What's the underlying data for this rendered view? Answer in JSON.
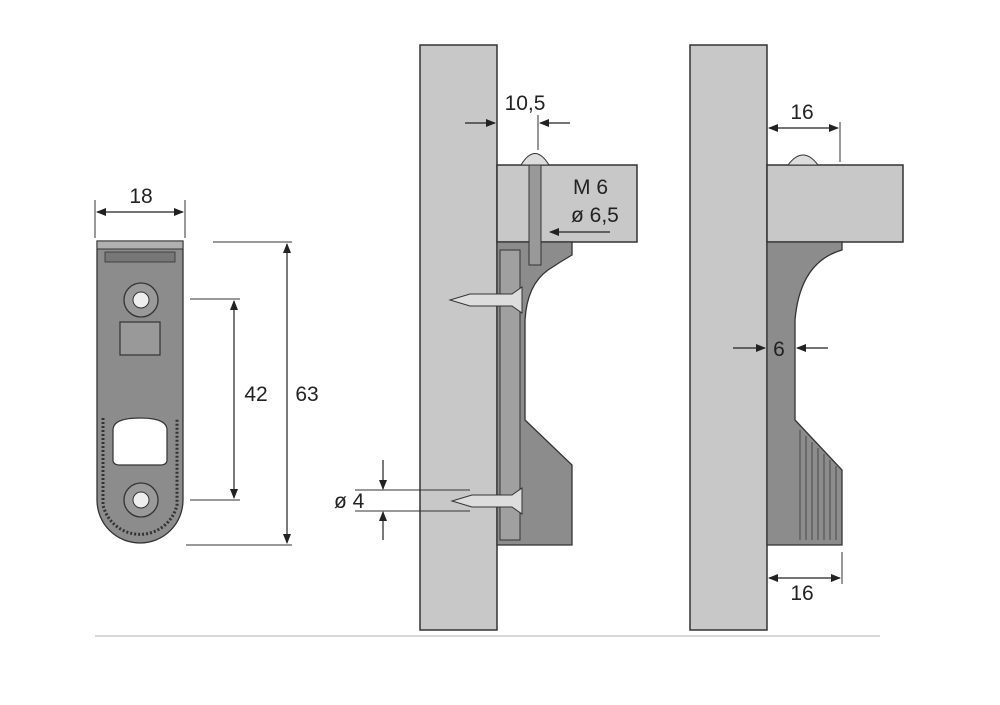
{
  "front_view": {
    "width_label": "18",
    "hole_spacing_label": "42",
    "height_label": "63"
  },
  "side_view_mounted": {
    "offset_label": "10,5",
    "thread_label": "M 6",
    "bore_label": "ø 6,5",
    "screw_diameter_label": "ø 4"
  },
  "side_view_profile": {
    "top_depth_label": "16",
    "thickness_label": "6",
    "bottom_depth_label": "16"
  },
  "colors": {
    "panel": "#c8c8c8",
    "bracket": "#8c8c8c",
    "line": "#222222"
  }
}
